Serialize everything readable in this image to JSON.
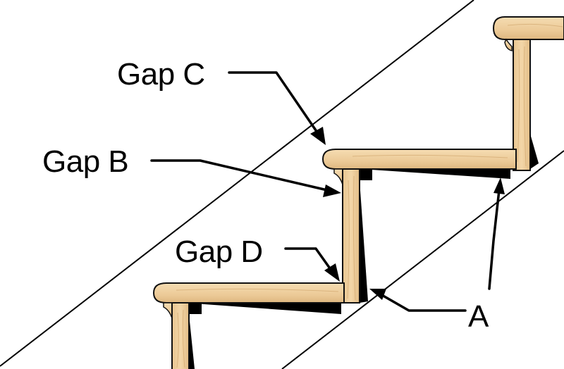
{
  "diagram": {
    "labels": {
      "gap_c": "Gap C",
      "gap_b": "Gap B",
      "gap_d": "Gap D",
      "a": "A"
    },
    "colors": {
      "wood": "#efcf9e",
      "wood_grain": "#d9b47c",
      "wood_edge": "#1a1a1a",
      "gap_fill": "#000000",
      "line": "#000000",
      "background": "#ffffff"
    }
  }
}
